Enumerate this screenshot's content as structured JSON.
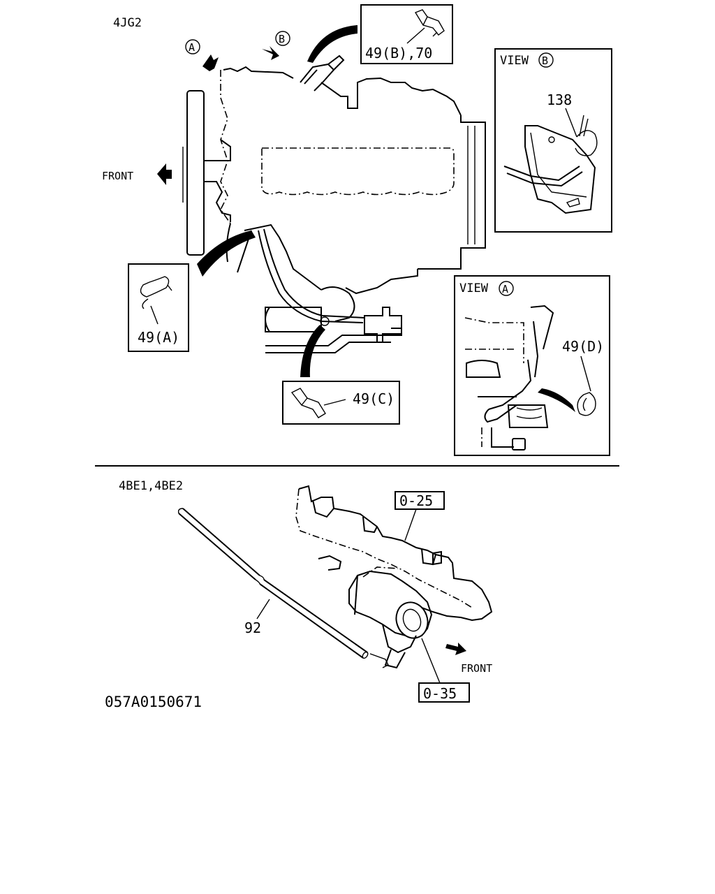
{
  "sections": {
    "top": {
      "engine_label": "4JG2",
      "front_label": "FRONT"
    },
    "bottom": {
      "engine_label": "4BE1,4BE2",
      "front_label": "FRONT"
    }
  },
  "markers": {
    "a": "A",
    "b": "B"
  },
  "callouts": {
    "c49a": "49(A)",
    "c49b": "49(B),70",
    "c49c": "49(C)",
    "c49d": "49(D)",
    "c138": "138",
    "c92": "92"
  },
  "views": {
    "view_a": "VIEW",
    "view_b": "VIEW"
  },
  "refs": {
    "r025": "0-25",
    "r035": "0-35"
  },
  "drawing_number": "057A0150671"
}
